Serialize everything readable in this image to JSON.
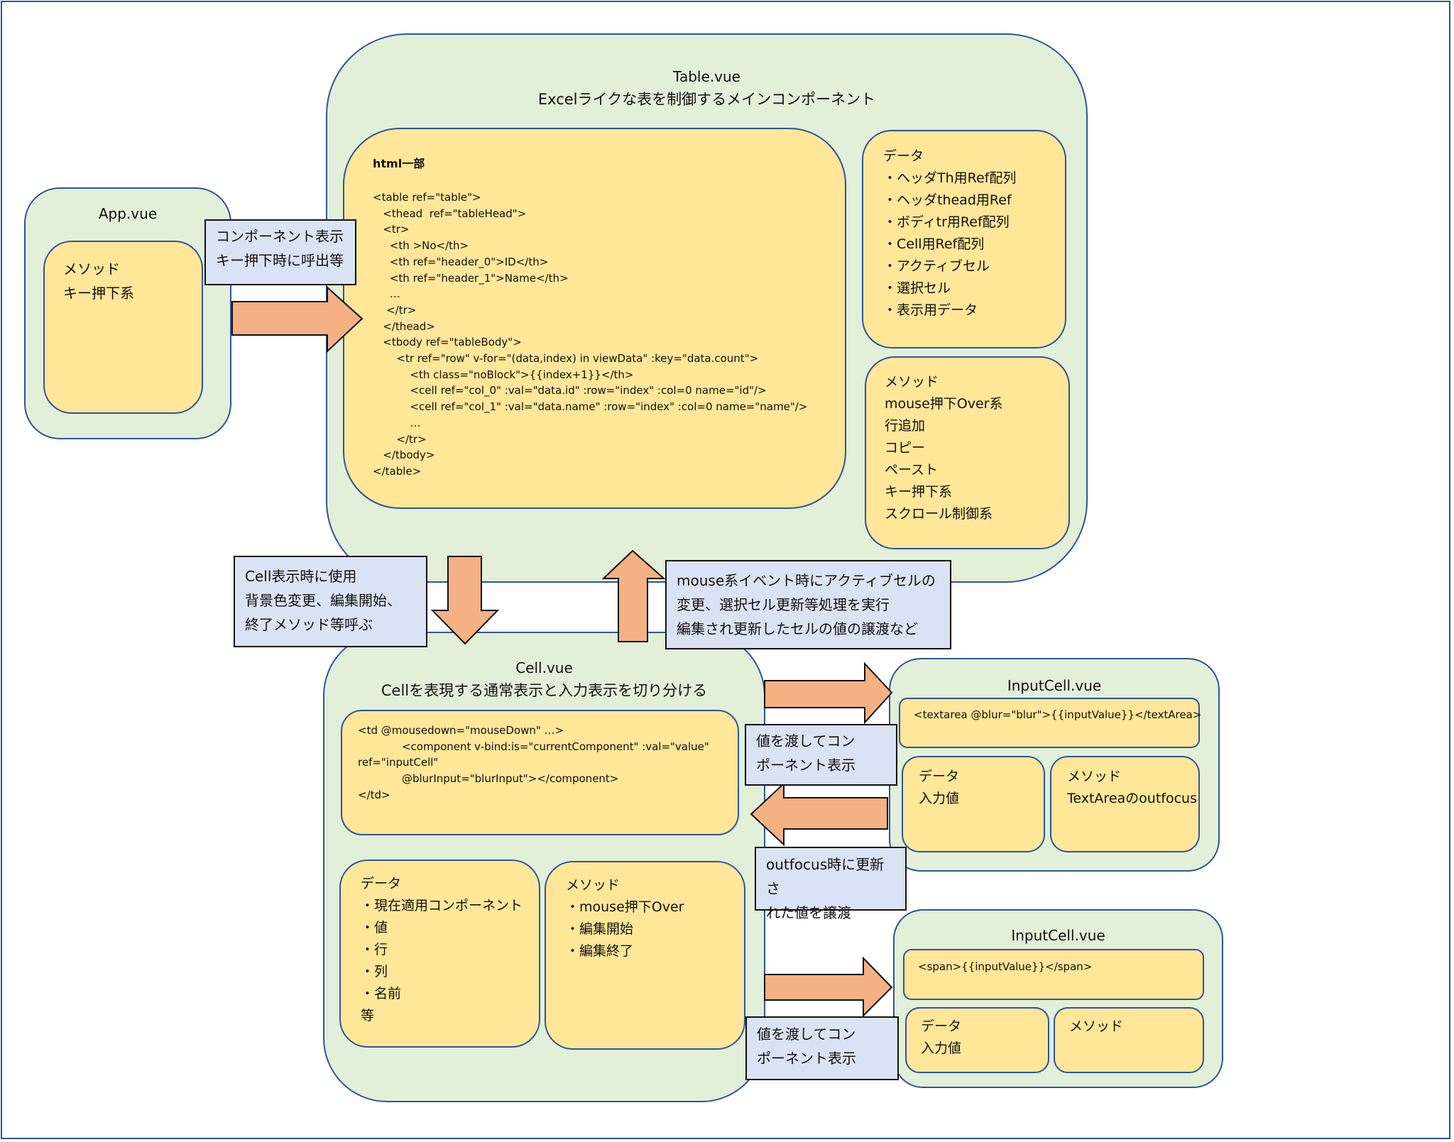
{
  "table_vue": {
    "title": "Table.vue",
    "subtitle": "Excelライクな表を制御するメインコンポーネント",
    "html_heading": "html一部",
    "html_code": "<table ref=\"table\">\n   <thead  ref=\"tableHead\">\n   <tr>\n     <th >No</th>\n     <th ref=\"header_0\">ID</th>\n     <th ref=\"header_1\">Name</th>\n     …\n    </tr>\n   </thead>\n   <tbody ref=\"tableBody\">\n       <tr ref=\"row\" v-for=\"(data,index) in viewData\" :key=\"data.count\">\n           <th class=\"noBlock\">{{index+1}}</th>\n           <cell ref=\"col_0\" :val=\"data.id\" :row=\"index\" :col=0 name=\"id\"/>\n           <cell ref=\"col_1\" :val=\"data.name\" :row=\"index\" :col=0 name=\"name\"/>\n           …\n       </tr>\n   </tbody>\n</table>",
    "data_box": "データ\n・ヘッダTh用Ref配列\n・ヘッダthead用Ref\n・ボディtr用Ref配列\n・Cell用Ref配列\n・アクティブセル\n・選択セル\n・表示用データ",
    "method_box": "メソッド\nmouse押下Over系\n行追加\nコピー\nペースト\nキー押下系\nスクロール制御系"
  },
  "app_vue": {
    "title": "App.vue",
    "method_box": "メソッド\nキー押下系"
  },
  "cell_vue": {
    "title": "Cell.vue",
    "subtitle": "Cellを表現する通常表示と入力表示を切り分ける",
    "code": "<td @mousedown=\"mouseDown\" …>\n             <component v-bind:is=\"currentComponent\" :val=\"value\"\nref=\"inputCell\"\n             @blurInput=\"blurInput\"></component>\n</td>",
    "data_box": "データ\n・現在適用コンポーネント\n・値\n・行\n・列\n・名前\n等",
    "method_box": "メソッド\n・mouse押下Over\n・編集開始\n・編集終了"
  },
  "input_cell_1": {
    "title": "InputCell.vue",
    "code": "<textarea @blur=\"blur\">{{inputValue}}</textArea>",
    "data_box": "データ\n入力値",
    "method_box": "メソッド\nTextAreaのoutfocus"
  },
  "input_cell_2": {
    "title": "InputCell.vue",
    "code": "<span>{{inputValue}}</span>",
    "data_box": "データ\n入力値",
    "method_box": "メソッド"
  },
  "notes": {
    "app_to_table": "コンポーネント表示\nキー押下時に呼出等",
    "table_to_cell": "Cell表示時に使用\n背景色変更、編集開始、\n終了メソッド等呼ぶ",
    "cell_to_table": "mouse系イベント時にアクティブセルの\n変更、選択セル更新等処理を実行\n編集され更新したセルの値の譲渡など",
    "cell_to_input1": "値を渡してコン\nポーネント表示",
    "input1_to_cell": "outfocus時に更新さ\nれた値を譲渡",
    "cell_to_input2": "値を渡してコン\nポーネント表示"
  },
  "colors": {
    "component_fill": "#e2efd9",
    "inner_fill": "#ffe699",
    "note_fill": "#dae3f3",
    "arrow_fill": "#f4b183",
    "border": "#2f5597"
  }
}
